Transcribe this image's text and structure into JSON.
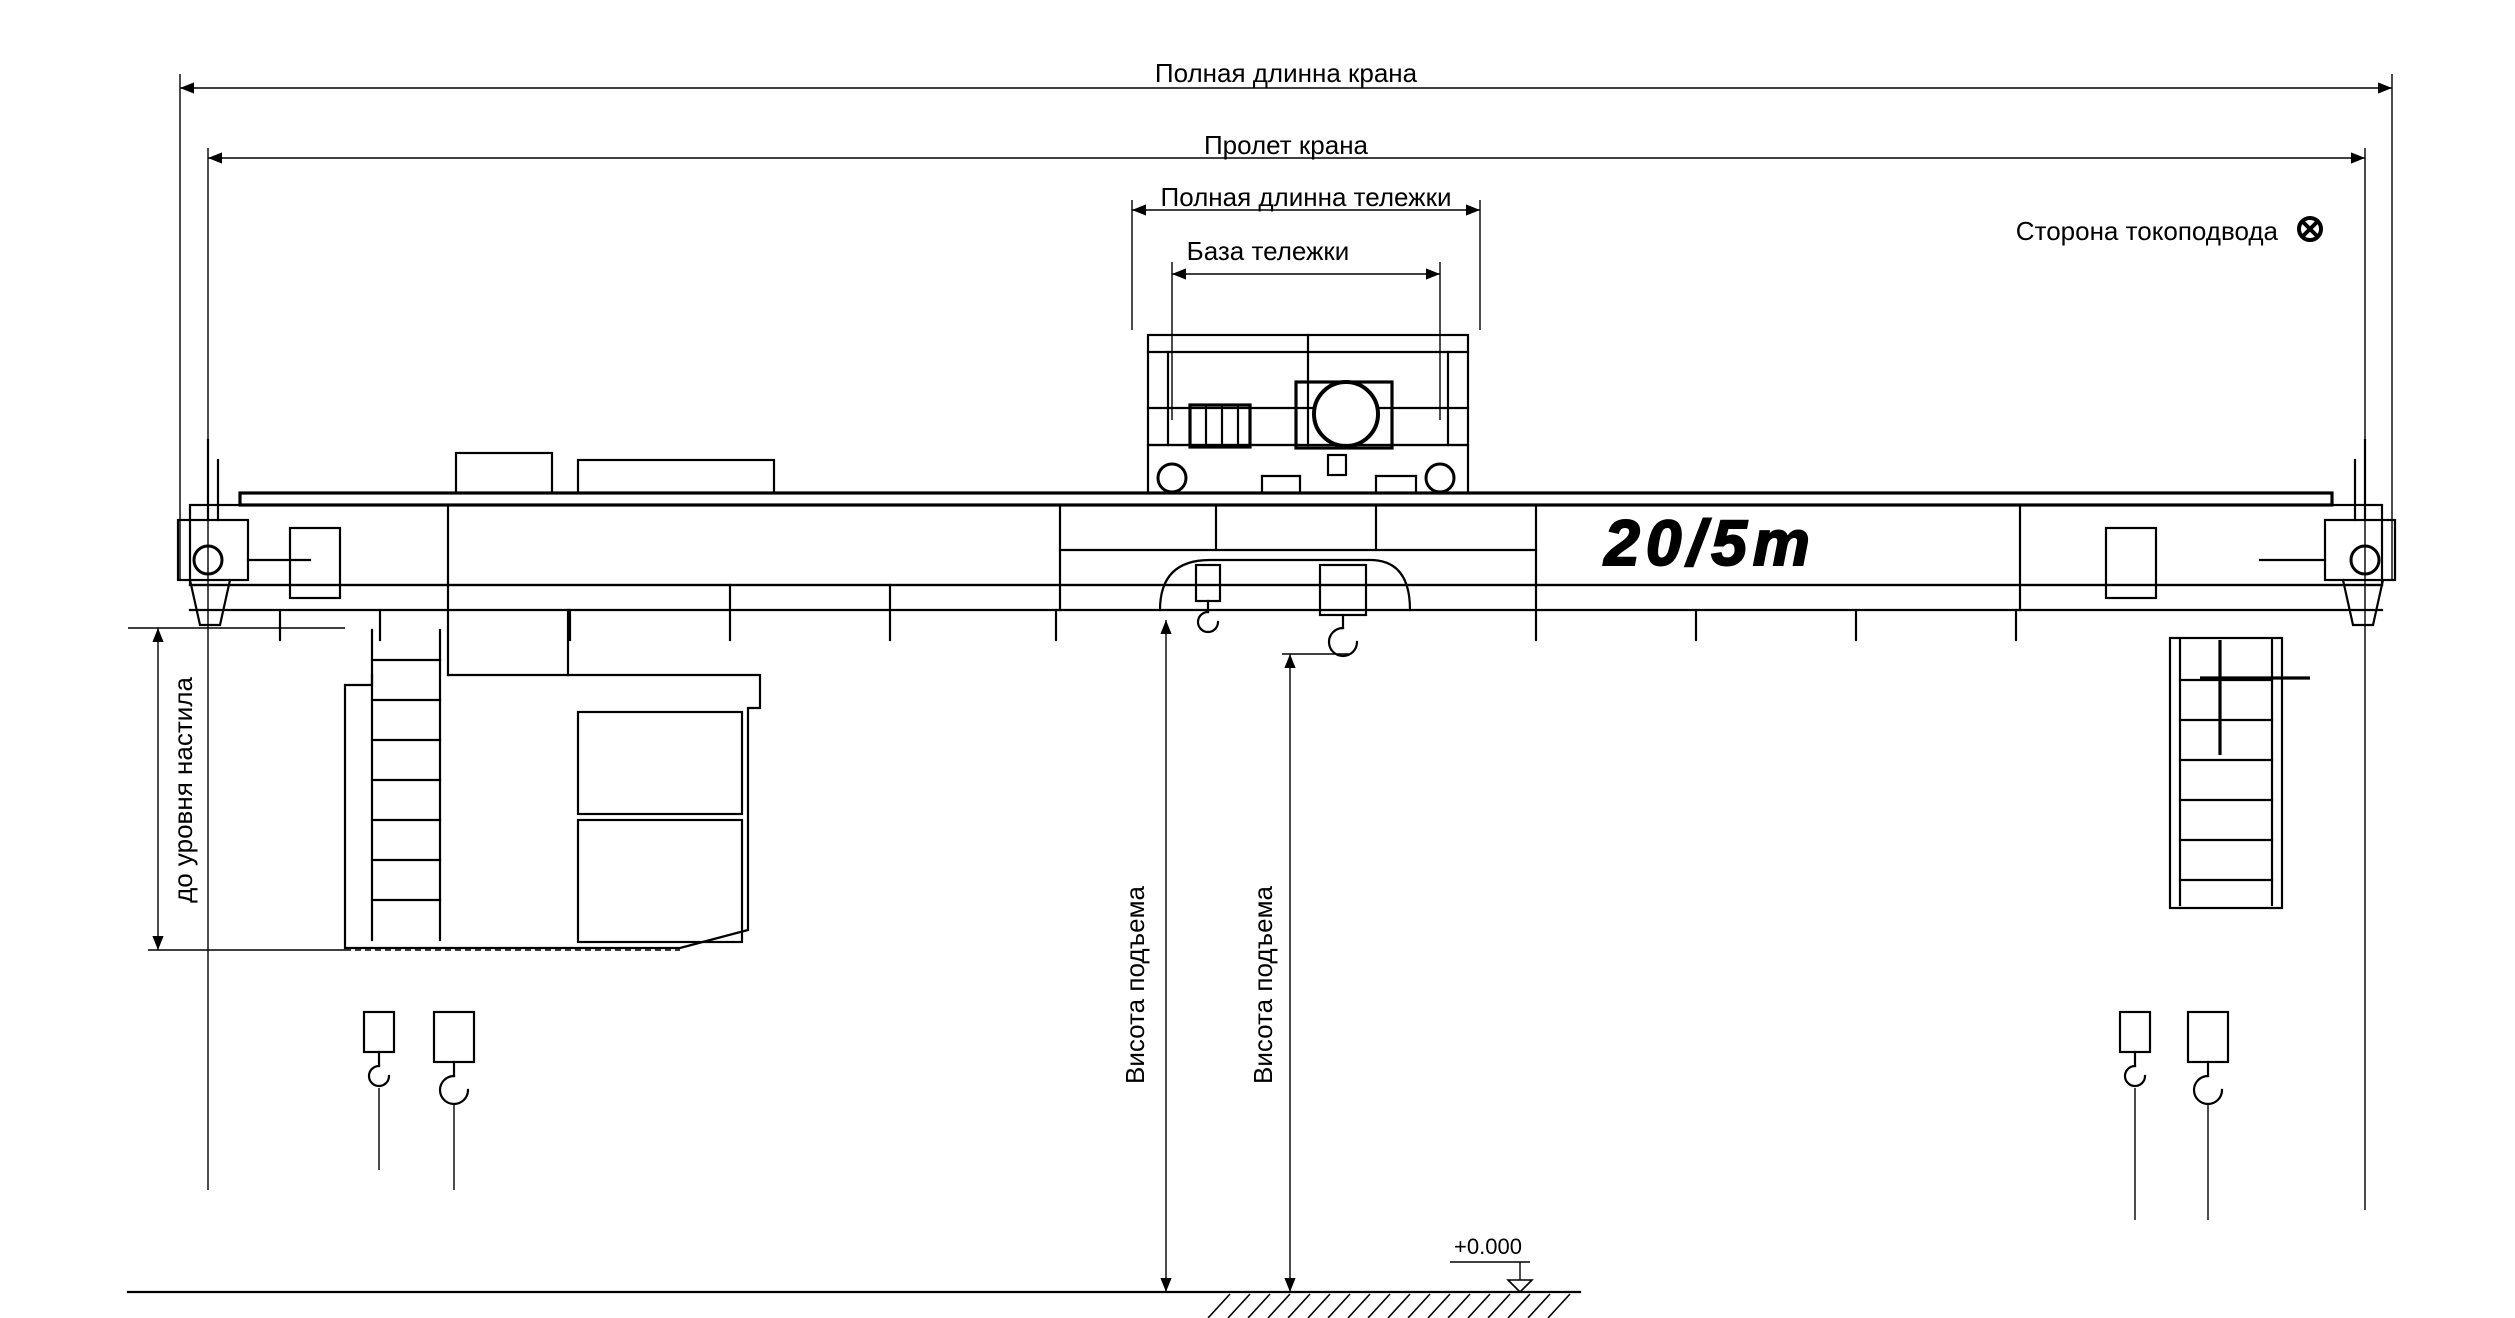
{
  "labels": {
    "full_crane_length": "Полная длинна крана",
    "crane_span": "Пролет крана",
    "full_trolley_length": "Полная длинна тележки",
    "trolley_base": "База тележки",
    "power_side": "Сторона токоподвода",
    "deck_level": "до уровня настила",
    "lift_height_1": "Висота подъема",
    "lift_height_2": "Висота подъема",
    "elevation": "+0.000"
  },
  "capacity_marking": "20/5т",
  "icons": {
    "power_side_symbol": "circled-cross-icon"
  }
}
